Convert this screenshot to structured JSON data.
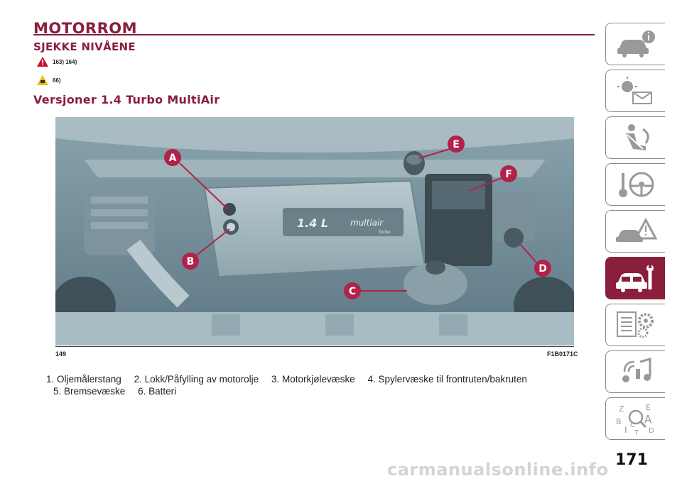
{
  "header": {
    "title": "MOTORROM",
    "subtitle": "SJEKKE NIVÅENE"
  },
  "warnings": {
    "danger_refs": "163) 164)",
    "caution_refs": "66)"
  },
  "section": {
    "title": "Versjoner 1.4 Turbo MultiAir"
  },
  "figure": {
    "number": "149",
    "code": "F1B0171C",
    "callouts": [
      "A",
      "B",
      "C",
      "D",
      "E",
      "F"
    ],
    "engine_badge": "1.4 L",
    "engine_brand": "multiair",
    "engine_sub": "Turbo"
  },
  "caption": {
    "items": [
      "1. Oljemålerstang",
      "2. Lokk/Påfylling av motorolje",
      "3. Motorkjølevæske",
      "4. Spylervæske til frontruten/bakruten",
      "5. Bremsevæske",
      "6. Batteri"
    ]
  },
  "sidebar": {
    "tabs": [
      {
        "icon": "car-info-icon"
      },
      {
        "icon": "warning-lights-icon"
      },
      {
        "icon": "seat-safety-icon"
      },
      {
        "icon": "steering-key-icon"
      },
      {
        "icon": "breakdown-icon"
      },
      {
        "icon": "car-maintenance-icon"
      },
      {
        "icon": "specifications-icon"
      },
      {
        "icon": "multimedia-icon"
      },
      {
        "icon": "index-icon"
      }
    ],
    "active_index": 5,
    "index_letters": [
      "Z",
      "E",
      "B",
      "A",
      "C",
      "D",
      "T",
      "I"
    ]
  },
  "page": {
    "number": "171",
    "watermark": "carmanualsonline.info"
  },
  "colors": {
    "accent": "#8a1f3c",
    "callout": "#b0224a"
  }
}
